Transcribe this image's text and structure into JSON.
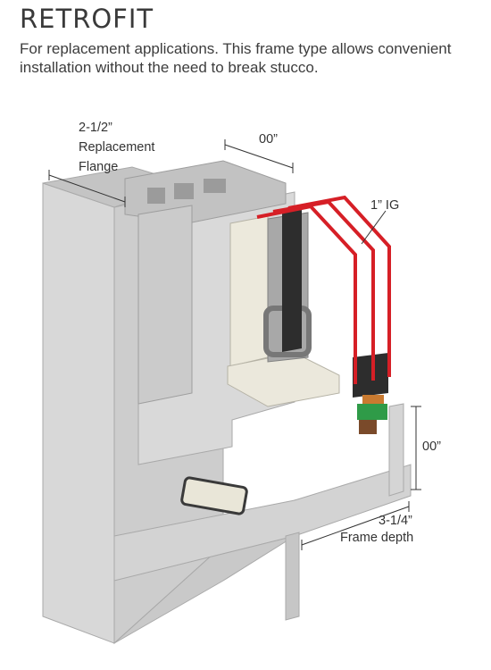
{
  "header": {
    "title": "RETROFIT",
    "description": "For replacement applications. This frame type allows convenient installation without the need to break stucco."
  },
  "diagram": {
    "labels": {
      "flange_dim": "2-1/2”",
      "flange_line1": "Replacement",
      "flange_line2": "Flange",
      "top_dim": "00”",
      "glass": "1” IG",
      "side_dim": "00”",
      "depth_dim": "3-1/4”",
      "depth_label": "Frame depth"
    },
    "colors": {
      "frame": "#cfcfcf",
      "frame_shade": "#b8b8b8",
      "frame_light": "#e2e2e2",
      "glass_spacer": "#2d2d2d",
      "glass_outline": "#d61f26",
      "seal_green": "#2f9b48",
      "seal_brown": "#7a4a2a",
      "dim_line": "#333333"
    }
  }
}
